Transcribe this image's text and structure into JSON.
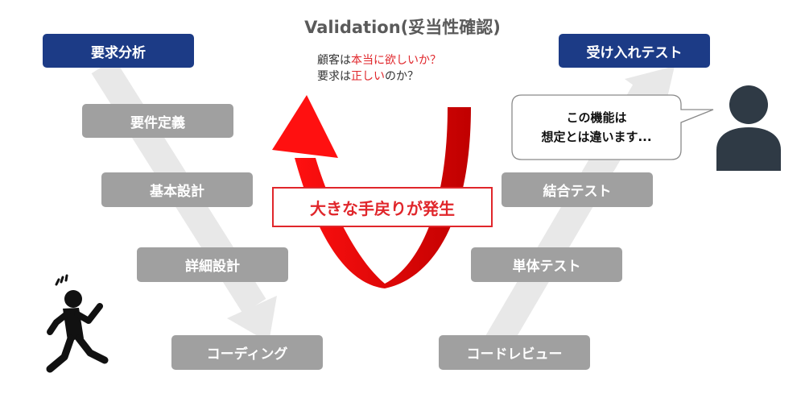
{
  "title": "Validation(妥当性確認)",
  "subtitle": {
    "line1": {
      "prefix": "顧客は",
      "highlight": "本当に欲しいか？"
    },
    "line2": {
      "prefix": "要求は",
      "highlight": "正しい",
      "suffix": "のか？"
    }
  },
  "left_steps": {
    "requirements_analysis": "要求分析",
    "requirements_definition": "要件定義",
    "basic_design": "基本設計",
    "detailed_design": "詳細設計",
    "coding": "コーディング"
  },
  "right_steps": {
    "acceptance_test": "受け入れテスト",
    "integration_test": "結合テスト",
    "unit_test": "単体テスト",
    "code_review": "コードレビュー"
  },
  "rework_label": "大きな手戻りが発生",
  "speech_bubble": {
    "line1": "この機能は",
    "line2": "想定とは違います..."
  },
  "colors": {
    "navy": "#1c3b86",
    "gray_box": "#a0a0a0",
    "red": "#e0262b",
    "figure": "#2f3a45"
  },
  "icons": [
    "running-person-icon",
    "user-icon",
    "u-turn-arrow-icon"
  ]
}
